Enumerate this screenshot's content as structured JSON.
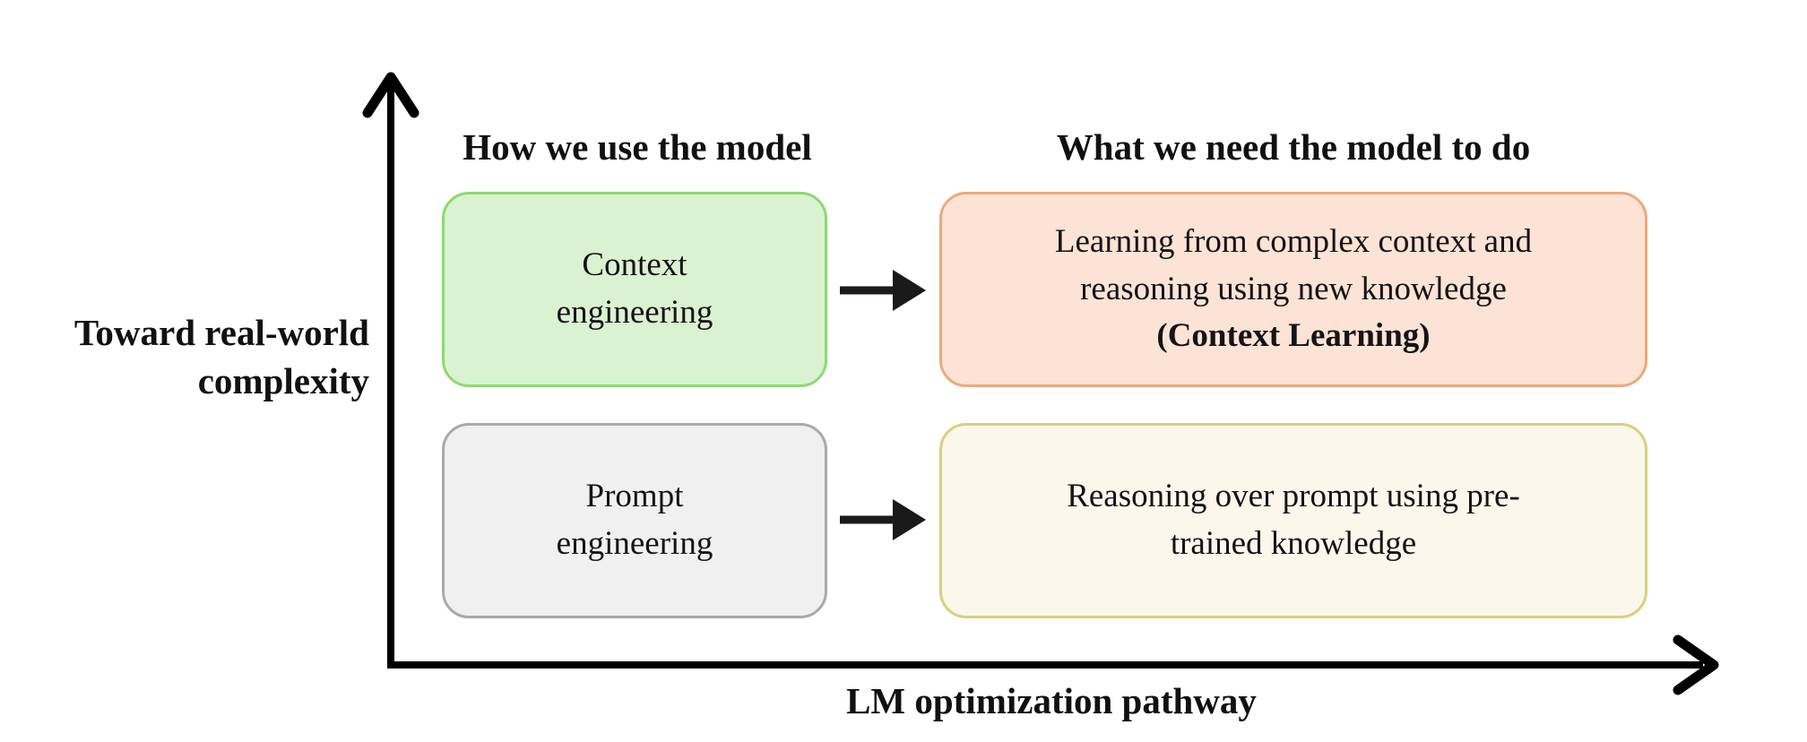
{
  "diagram_title": "LM optimization pathway diagram",
  "headers": {
    "how_we_use": "How we use the model",
    "what_we_need": "What we need the model to do"
  },
  "axes": {
    "y_label_lines": [
      "Toward real-world",
      "complexity"
    ],
    "x_label": "LM optimization pathway"
  },
  "boxes": {
    "context_engineering": {
      "lines": [
        "Context",
        "engineering"
      ],
      "fill": "#dbf2d0",
      "border": "#8cd973"
    },
    "context_learning": {
      "lines": [
        "Learning from complex context and",
        "reasoning using new knowledge"
      ],
      "bold_line": "(Context Learning)",
      "fill": "#fce3d5",
      "border": "#eba97d"
    },
    "prompt_engineering": {
      "lines": [
        "Prompt",
        "engineering"
      ],
      "fill": "#f0f0f0",
      "border": "#a9a9a9"
    },
    "pretrained_reasoning": {
      "lines": [
        "Reasoning over prompt using pre-",
        "trained knowledge"
      ],
      "fill": "#fbf7eb",
      "border": "#d9cf7e"
    }
  },
  "colors": {
    "axis": "#000000",
    "arrow": "#1a1a1a",
    "text": "#111111"
  }
}
